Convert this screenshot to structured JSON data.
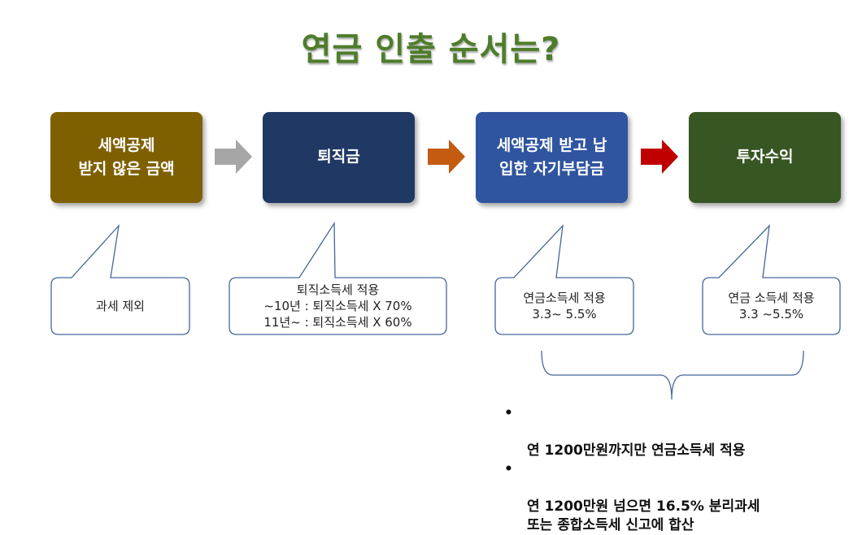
{
  "title": "연금 인출 순서는?",
  "steps": [
    {
      "label": "세액공제\n받지 않은 금액",
      "color": "#7f6000"
    },
    {
      "label": "퇴직금",
      "color": "#1f3864"
    },
    {
      "label": "세액공제 받고 납\n입한 자기부담금",
      "color": "#2f55a0"
    },
    {
      "label": "투자수익",
      "color": "#375623"
    }
  ],
  "arrows": [
    {
      "color": "#a6a6a6"
    },
    {
      "color": "#c55a11"
    },
    {
      "color": "#c00000"
    }
  ],
  "callouts": [
    {
      "text": "과세 제외"
    },
    {
      "text": "퇴직소득세 적용\n~10년 : 퇴직소득세 X 70%\n11년~ : 퇴직소득세 X 60%"
    },
    {
      "text": "연금소득세 적용\n3.3~ 5.5%"
    },
    {
      "text": "연금 소득세 적용\n3.3 ~5.5%"
    }
  ],
  "notes": {
    "bullet": "•",
    "items": [
      "연 1200만원까지만 연금소득세 적용",
      "연 1200만원 넘으면 16.5% 분리과세\n또는 종합소득세 신고에 합산"
    ]
  }
}
